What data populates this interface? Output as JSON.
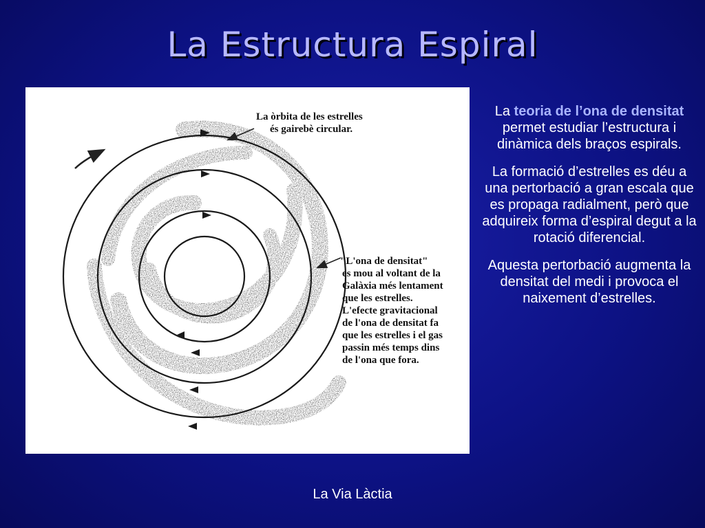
{
  "slide": {
    "title": "La Estructura Espiral",
    "caption": "La Via Làctia"
  },
  "figure": {
    "annotation_orbit": [
      "La òrbita de les estrelles",
      "és gairebè circular."
    ],
    "annotation_wave": [
      "\"L'ona de densitat\"",
      "es mou al voltant de la",
      "Galàxia més lentament",
      "que les estrelles.",
      "L'efecte gravitacional",
      "de l'ona de densitat fa",
      "que les estrelles i el gas",
      "passin més temps dins",
      "de l'ona que fora."
    ]
  },
  "text": {
    "p1_before": "La ",
    "p1_highlight": "teoria de l’ona de densitat",
    "p1_after": " permet estudiar l’estructura i dinàmica dels braços espirals.",
    "p2": "La formació d’estrelles es déu a una pertorbació a gran escala que es propaga radialment, però que adquireix forma d’espiral degut a la rotació diferencial.",
    "p3": "Aquesta pertorbació augmenta la densitat del medi i provoca el naixement d’estrelles."
  },
  "colors": {
    "title": "#b7b8ff",
    "highlight": "#a9b4ff",
    "background": "#0d1285"
  }
}
